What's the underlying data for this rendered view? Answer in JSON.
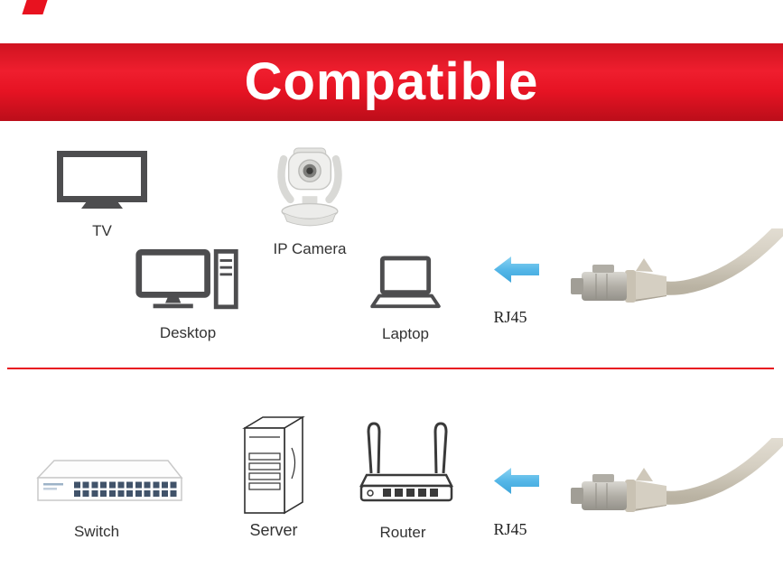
{
  "banner": {
    "title": "Compatible"
  },
  "sections": {
    "top": {
      "devices": [
        {
          "label": "TV",
          "icon": "tv-icon"
        },
        {
          "label": "IP Camera",
          "icon": "ip-camera-icon"
        },
        {
          "label": "Desktop",
          "icon": "desktop-icon"
        },
        {
          "label": "Laptop",
          "icon": "laptop-icon"
        }
      ],
      "connector_label": "RJ45"
    },
    "bottom": {
      "devices": [
        {
          "label": "Switch",
          "icon": "network-switch-icon"
        },
        {
          "label": "Server",
          "icon": "server-icon"
        },
        {
          "label": "Router",
          "icon": "router-icon"
        }
      ],
      "connector_label": "RJ45"
    }
  },
  "colors": {
    "banner_red": "#e8121f",
    "divider_red": "#e8121f",
    "arrow_cyan": "#55b7e8",
    "icon_gray": "#4d4d4f",
    "cable_beige": "#d5cfc2",
    "label_color": "#333333"
  }
}
